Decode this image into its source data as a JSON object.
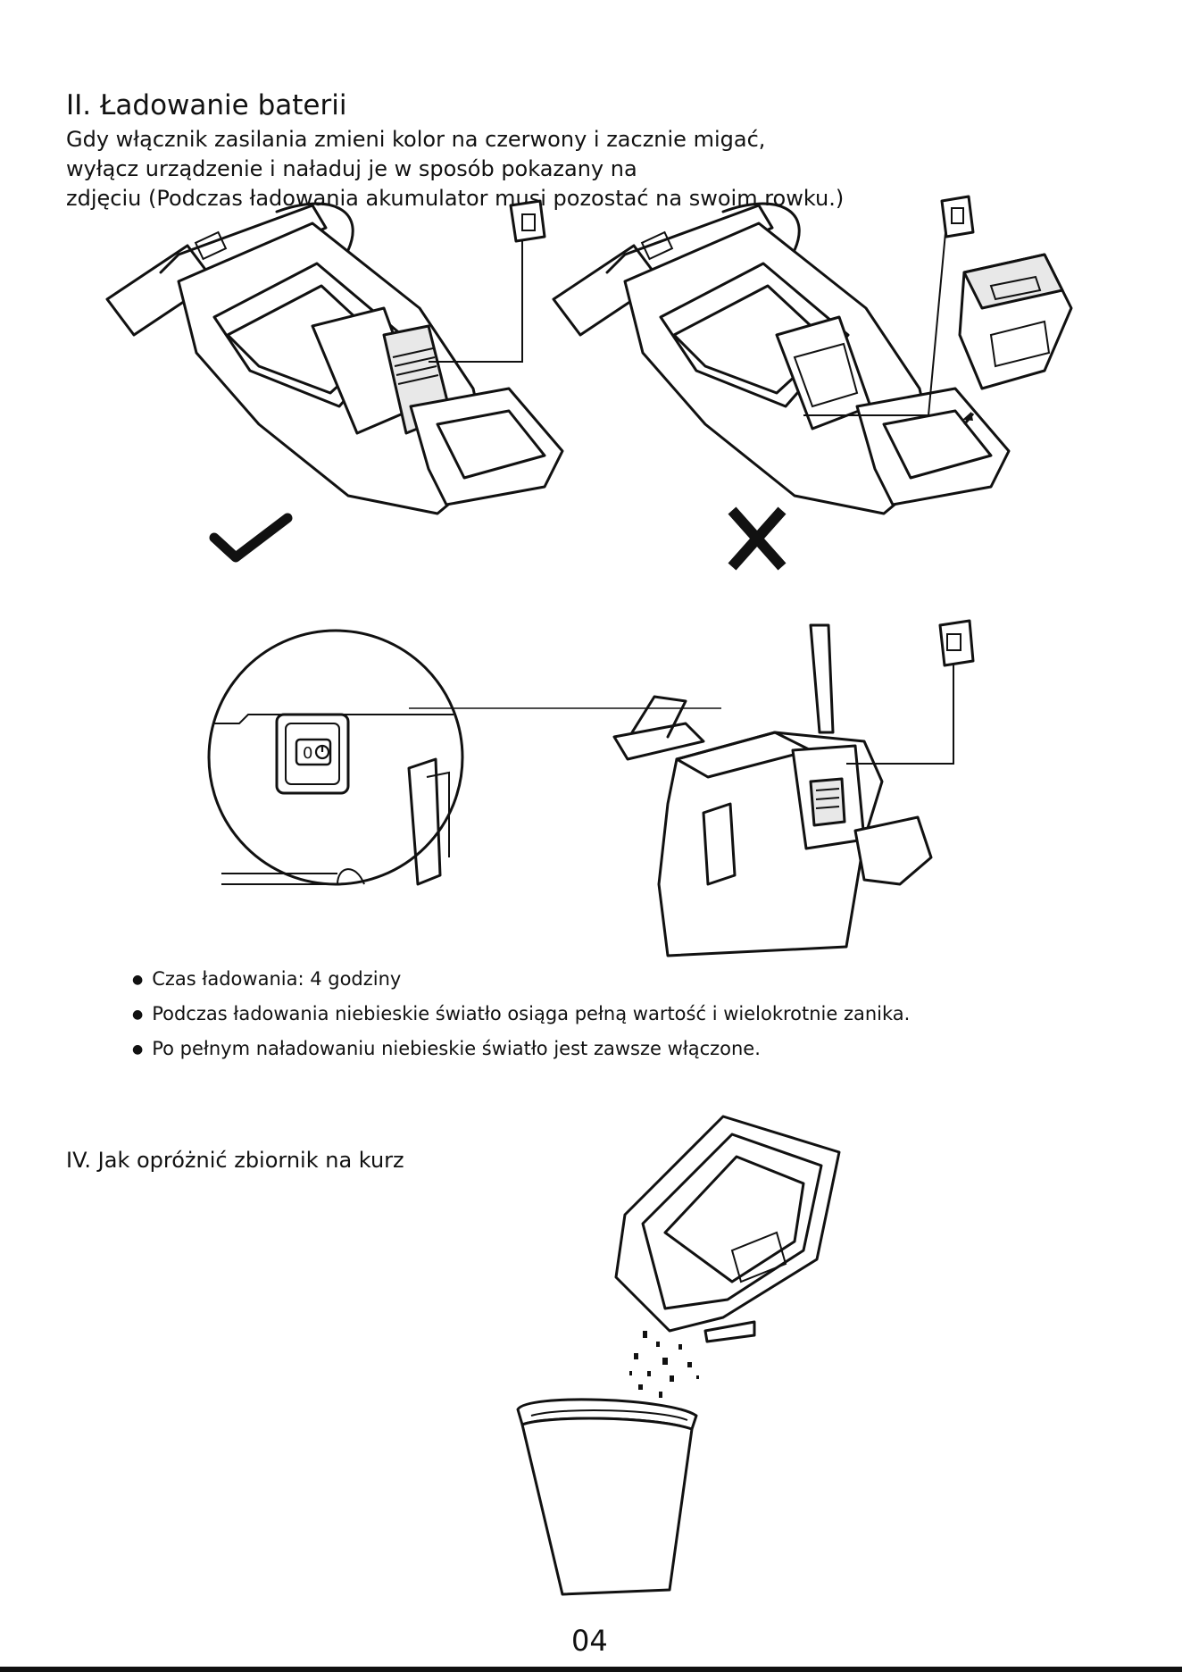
{
  "section2": {
    "heading": "II. Ładowanie baterii",
    "lines": [
      "Gdy włącznik zasilania zmieni kolor na czerwony i zacznie migać,",
      "wyłącz urządzenie i naładuj je w sposób pokazany na",
      "zdjęciu (Podczas ładowania akumulator musi pozostać na swoim rowku.)"
    ]
  },
  "bullets": [
    "Czas ładowania: 4 godziny",
    "Podczas ładowania niebieskie światło osiąga pełną wartość i wielokrotnie zanika.",
    "Po pełnym naładowaniu niebieskie światło jest zawsze włączone."
  ],
  "section4": {
    "heading": "IV. Jak opróżnić zbiornik na kurz"
  },
  "page_number": "04",
  "icons": {
    "correct": "checkmark-icon",
    "incorrect": "cross-icon",
    "power_button": "power-icon"
  }
}
